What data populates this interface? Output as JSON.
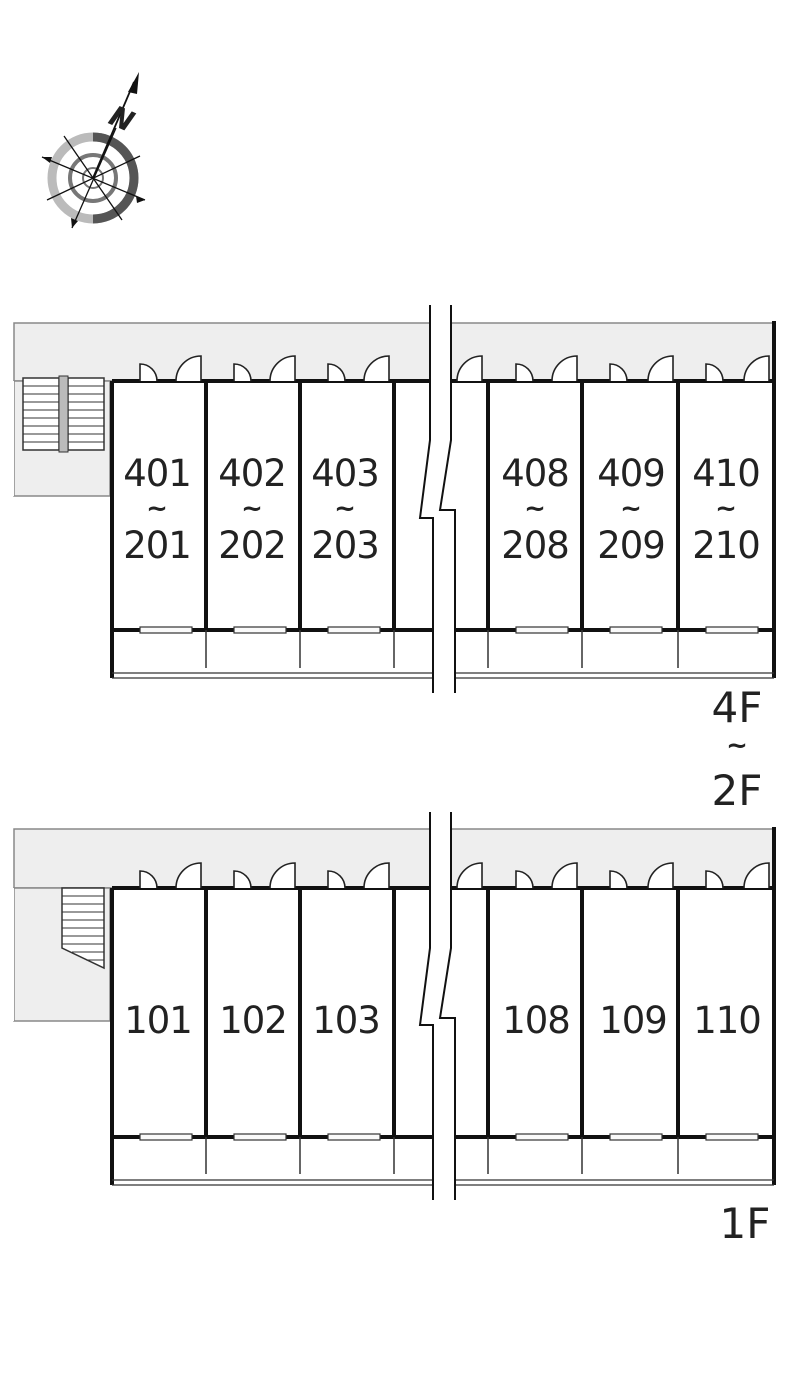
{
  "compass": {
    "north_label": "N",
    "icon": "compass-rose-icon"
  },
  "upper_floor": {
    "floor_label_top": "4F",
    "floor_label_sep": "~",
    "floor_label_bottom": "2F",
    "units": [
      {
        "top": "401",
        "sep": "~",
        "bottom": "201"
      },
      {
        "top": "402",
        "sep": "~",
        "bottom": "202"
      },
      {
        "top": "403",
        "sep": "~",
        "bottom": "203"
      },
      {
        "top": "408",
        "sep": "~",
        "bottom": "208"
      },
      {
        "top": "409",
        "sep": "~",
        "bottom": "209"
      },
      {
        "top": "410",
        "sep": "~",
        "bottom": "210"
      }
    ]
  },
  "ground_floor": {
    "floor_label": "1F",
    "units": [
      {
        "label": "101"
      },
      {
        "label": "102"
      },
      {
        "label": "103"
      },
      {
        "label": "108"
      },
      {
        "label": "109"
      },
      {
        "label": "110"
      }
    ]
  },
  "colors": {
    "wall": "#111111",
    "corridor": "#eeeeee",
    "compass_dark": "#555555",
    "compass_light": "#bbbbbb"
  }
}
